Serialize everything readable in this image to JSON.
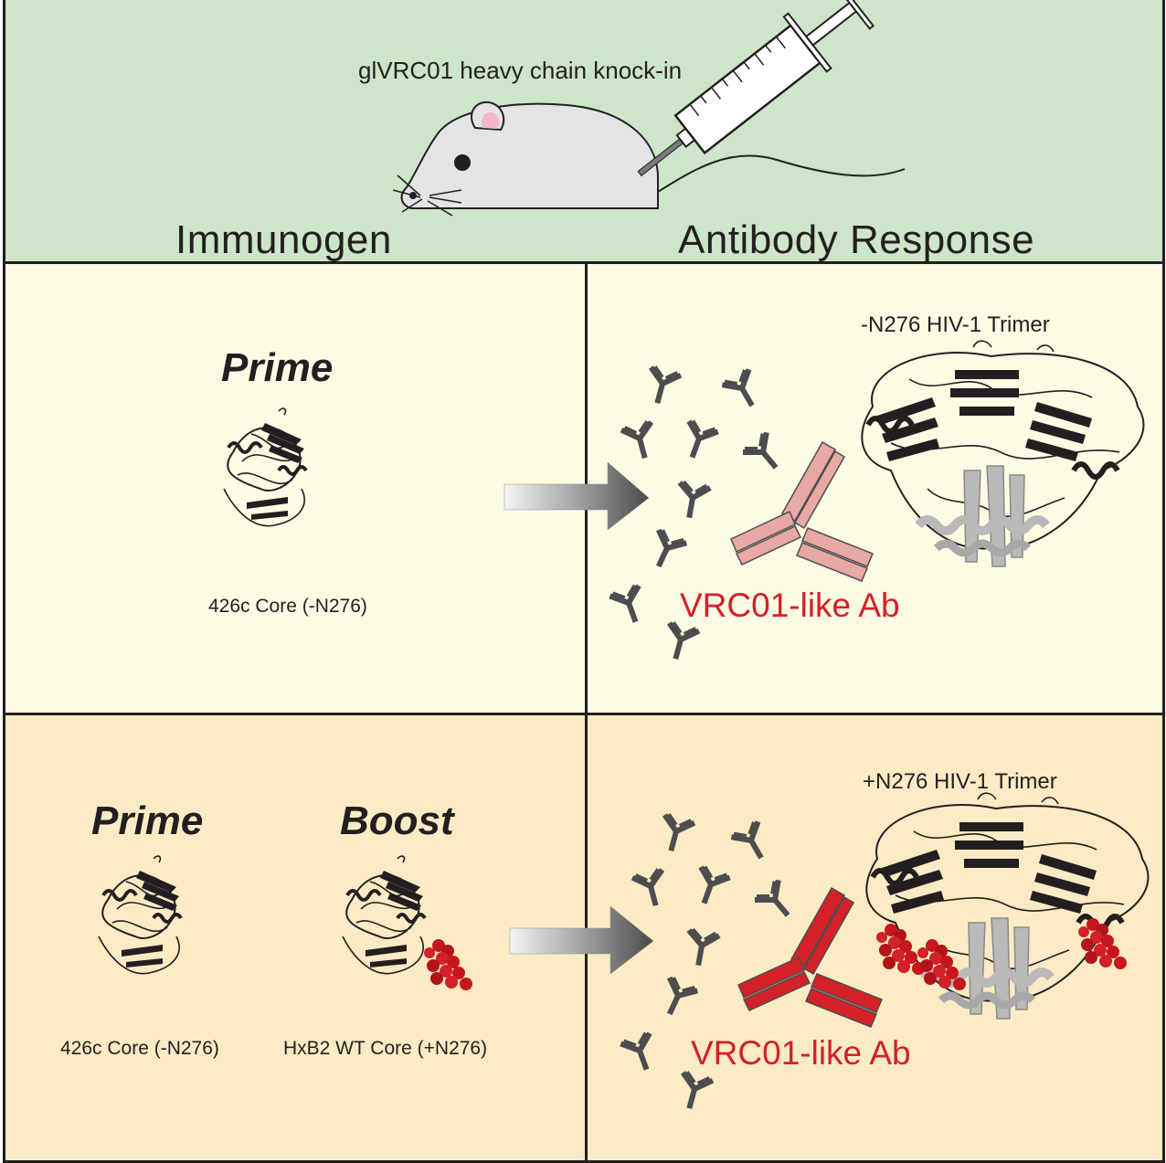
{
  "header": {
    "mouse_label": "glVRC01 heavy chain knock-in",
    "immunogen_title": "Immunogen",
    "response_title": "Antibody Response"
  },
  "row1": {
    "stage": "Prime",
    "immunogen_caption": "426c Core (-N276)",
    "trimer_label": "-N276 HIV-1 Trimer",
    "antibody_label": "VRC01-like Ab"
  },
  "row2": {
    "stage_prime": "Prime",
    "stage_boost": "Boost",
    "prime_caption": "426c Core (-N276)",
    "boost_caption": "HxB2 WT Core (+N276)",
    "trimer_label": "+N276 HIV-1 Trimer",
    "antibody_label": "VRC01-like Ab"
  },
  "colors": {
    "top_bg": "#cde5c8",
    "row1_bg": "#fdfbe4",
    "row2_bg": "#faebc4",
    "vrc01_pink": "#e8a8a4",
    "vrc01_red": "#d42027",
    "glycan_red": "#c8161d",
    "protein_dark": "#231f20",
    "trimer_grey": "#b9b9b9"
  }
}
